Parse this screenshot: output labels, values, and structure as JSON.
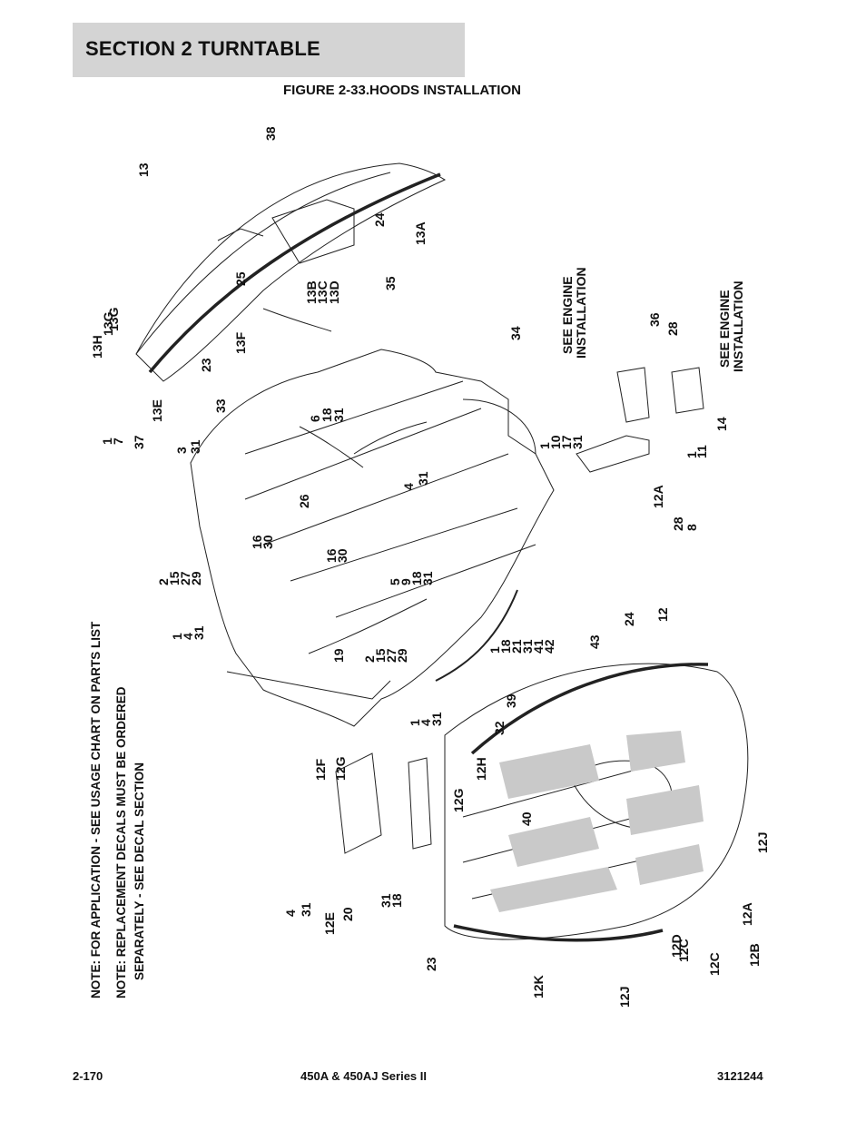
{
  "header": {
    "section": "SECTION 2   TURNTABLE"
  },
  "figure": {
    "title": "FIGURE 2-33.HOODS INSTALLATION"
  },
  "notes": [
    "NOTE:  FOR  APPLICATION - SEE USAGE CHART  ON PARTS LIST",
    "NOTE:  REPLACEMENT DECALS MUST BE ORDERED",
    "SEPARATELY - SEE DECAL SECTION"
  ],
  "references": {
    "engine_a": [
      "SEE ENGINE",
      "INSTALLATION"
    ],
    "engine_b": [
      "SEE ENGINE",
      "INSTALLATION"
    ]
  },
  "callouts": [
    "38",
    "13",
    "24",
    "13A",
    "35",
    "13B",
    "13C",
    "13D",
    "25",
    "23",
    "13G",
    "13F",
    "13H",
    "13G",
    "13E",
    "1",
    "7",
    "37",
    "33",
    "3",
    "31",
    "6",
    "18",
    "31",
    "34",
    "36",
    "28",
    "11",
    "1",
    "14",
    "1",
    "10",
    "17",
    "31",
    "12A",
    "28",
    "8",
    "4",
    "31",
    "26",
    "16",
    "30",
    "16",
    "30",
    "2",
    "15",
    "27",
    "29",
    "5",
    "9",
    "18",
    "31",
    "1",
    "4",
    "31",
    "19",
    "2",
    "15",
    "27",
    "29",
    "1",
    "18",
    "21",
    "31",
    "41",
    "42",
    "43",
    "24",
    "12",
    "39",
    "32",
    "40",
    "1",
    "4",
    "31",
    "12F",
    "12G",
    "12H",
    "12G",
    "4",
    "31",
    "12E",
    "20",
    "31",
    "18",
    "23",
    "12K",
    "12J",
    "12J",
    "12D",
    "12C",
    "12C",
    "12A",
    "12B"
  ],
  "footer": {
    "page": "2-170",
    "model": "450A & 450AJ Series II",
    "doc_number": "3121244"
  }
}
